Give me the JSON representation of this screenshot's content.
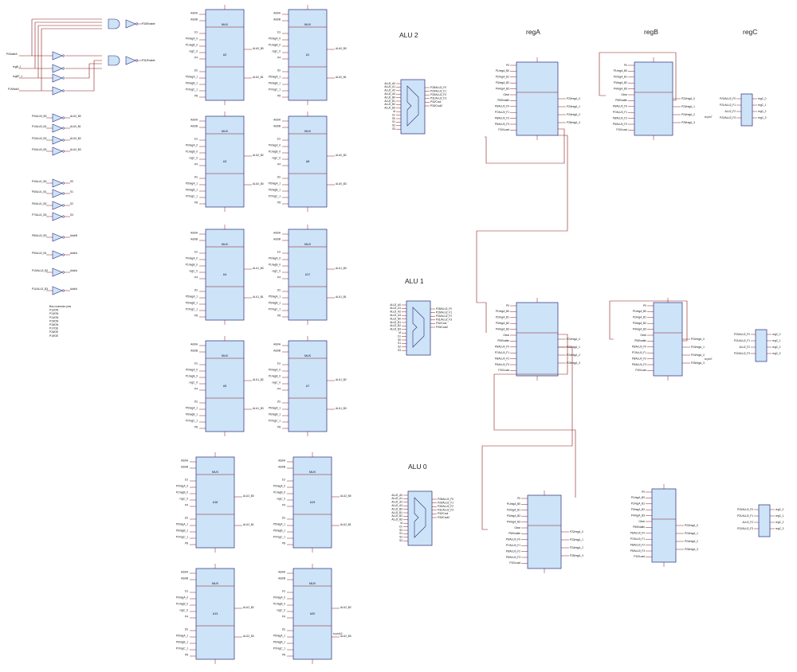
{
  "sheet": {
    "titles": [
      "ALU 2",
      "ALU 1",
      "ALU 0",
      "regA",
      "regB",
      "regC"
    ],
    "mux_header": "MUX",
    "mux_left": [
      {
        "ref": "U2",
        "out0": "ALU0_B0",
        "out1": "ALU0_B1"
      },
      {
        "ref": "U3",
        "out0": "ALU0_B2",
        "out1": "ALU0_B3"
      },
      {
        "ref": "U4",
        "out0": "ALU1_B0",
        "out1": "ALU1_B1"
      },
      {
        "ref": "U5",
        "out0": "ALU1_B2",
        "out1": "ALU1_B3"
      },
      {
        "ref": "U16",
        "out0": "ALU2_B0",
        "out1": "ALU2_B1"
      },
      {
        "ref": "U13",
        "out0": "ALU2_B2",
        "out1": "ALU2_B3"
      }
    ],
    "mux_right": [
      {
        "ref": "U1",
        "out0": "ALU0_B0",
        "out1": "ALU0_B1"
      },
      {
        "ref": "U8",
        "out0": "ALU0_B2",
        "out1": "ALU0_B3"
      },
      {
        "ref": "U17",
        "out0": "ALU1_B0",
        "out1": "ALU1_B1"
      },
      {
        "ref": "U7",
        "out0": "ALU1_B2",
        "out1": "ALU1_B3"
      },
      {
        "ref": "U19",
        "out0": "ALU2_B0",
        "out1": "ALU2_B1"
      },
      {
        "ref": "U20",
        "out0": "ALU2_B2",
        "out1": "ALU2_B3"
      }
    ],
    "mux_pin_labels": [
      "AddrA",
      "AddrB",
      "1G",
      "P0/regA_0",
      "P1/regB_0",
      "regC_0",
      "P4",
      "2G",
      "P5/regA_1",
      "P6/regB_1",
      "P7/regC_1",
      "P8"
    ],
    "gate_labels": {
      "and1_out": "P30/Enable",
      "and2_out": "P31/Enable",
      "inputs": [
        "P0/AddrA",
        "regB_1",
        "regB7_1",
        "P19/Add1"
      ]
    },
    "buffer_rows": [
      {
        "in": "P0/ALU0_B0",
        "out": "ALU0_B0"
      },
      {
        "in": "P1/ALU0_B1",
        "out": "ALU0_B1"
      },
      {
        "in": "P2/ALU0_B2",
        "out": "ALU0_B2"
      },
      {
        "in": "P3/ALU0_B3",
        "out": "ALU0_B3"
      },
      {
        "in": "P4/ALU1_B0",
        "out": "S0"
      },
      {
        "in": "P5/ALU1_B1",
        "out": "S1"
      },
      {
        "in": "P6/ALU1_B2",
        "out": "S2"
      },
      {
        "in": "P7/ALU1_B3",
        "out": "S3"
      },
      {
        "in": "P8/ALU2_B0",
        "out": "AddrB"
      },
      {
        "in": "P9/ALU2_B1",
        "out": "AddrA"
      },
      {
        "in": "P10/ALU2_B2",
        "out": "AddrA"
      },
      {
        "in": "P11/ALU2_B3",
        "out": "AddrA"
      }
    ],
    "bus_note": [
      "Bus connector pins",
      "P12/ON",
      "P13/ON",
      "P14/ON",
      "P15/ON",
      "P16/ON",
      "P17/OE",
      "P18/OE",
      "P19/OE"
    ],
    "alu_pin_labels": [
      "ALU2_A0",
      "ALU2_A1",
      "ALU2_A2",
      "ALU2_A3",
      "ALU2_B0",
      "ALU2_B1",
      "ALU2_B2",
      "ALU2_B3",
      "M",
      "Cn",
      "S0",
      "S1",
      "S2",
      "S3"
    ],
    "alu_out_labels": [
      "P28/ALU2_F0",
      "P29/ALU2_F1",
      "P30/ALU2_F2",
      "P31/ALU2_F3",
      "P32/Cout",
      "P33/Cout2"
    ],
    "reg_left_labels": [
      "P0",
      "P1/regA_B0",
      "P2/regA_B1",
      "P3/regA_B2",
      "P4/regA_B3",
      "Clear",
      "P5/Enable",
      "P6/ALU0_F0",
      "P7/ALU0_F1",
      "P8/ALU0_F2",
      "P9/ALU0_F3",
      "P10/Load"
    ],
    "reg_right_labels": [
      "P22/regA_0",
      "P23/regA_1",
      "P24/regA_2",
      "P25/regA_3"
    ],
    "regc_labels": [
      "P20/ALU2_F0",
      "P21/ALU2_F1",
      "ALU2_F2",
      "P22/ALU2_F3"
    ],
    "regc_out": [
      "regC_0",
      "regC_1",
      "regC_2",
      "regC_3"
    ],
    "side_notes": [
      "to pin7",
      "to pin7",
      "to pin10"
    ]
  }
}
